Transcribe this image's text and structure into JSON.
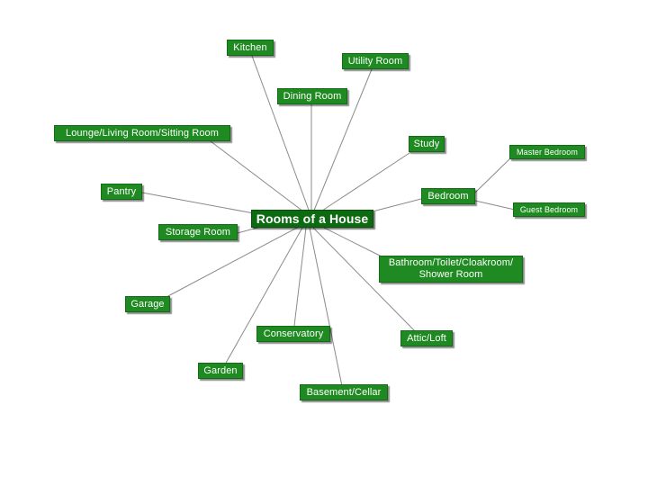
{
  "diagram": {
    "central_topic": "Rooms of a House",
    "colors": {
      "node_fill": "#1f8a21",
      "center_fill": "#0c6b10",
      "node_text": "#ffffff",
      "connector": "#8a8a8a"
    },
    "nodes": {
      "kitchen": "Kitchen",
      "utility_room": "Utility Room",
      "dining_room": "Dining Room",
      "lounge": "Lounge/Living Room/Sitting Room",
      "study": "Study",
      "master_bedroom": "Master Bedroom",
      "bedroom": "Bedroom",
      "guest_bedroom": "Guest Bedroom",
      "pantry": "Pantry",
      "storage_room": "Storage Room",
      "bathroom_line1": "Bathroom/Toilet/Cloakroom/",
      "bathroom_line2": "Shower Room",
      "garage": "Garage",
      "conservatory": "Conservatory",
      "attic_loft": "Attic/Loft",
      "garden": "Garden",
      "basement_cellar": "Basement/Cellar"
    }
  }
}
